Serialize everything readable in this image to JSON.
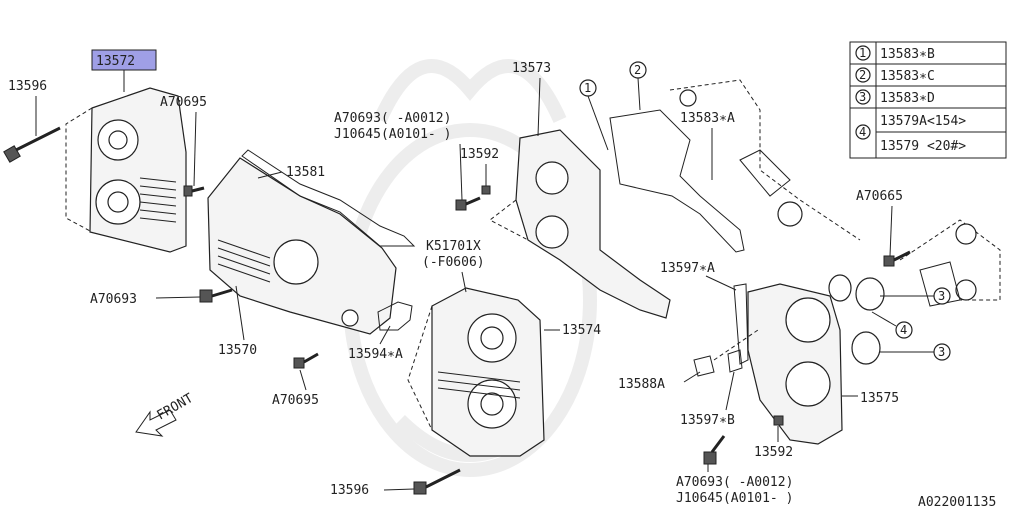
{
  "labels": {
    "p13572": "13572",
    "p13596_top": "13596",
    "a70695_top": "A70695",
    "p13581": "13581",
    "a70693_left": "A70693",
    "p13570": "13570",
    "a70695_bottom": "A70695",
    "p13594a": "13594∗A",
    "a70693_note1": "A70693(    -A0012)",
    "j10645_note1": "J10645(A0101-   )",
    "p13592_top": "13592",
    "p13573": "13573",
    "k51701x": "K51701X",
    "k51701x_sub": "(-F0606)",
    "p13574": "13574",
    "p13596_bottom": "13596",
    "p13583a": "13583∗A",
    "a70665": "A70665",
    "p13597a": "13597∗A",
    "p13588a": "13588A",
    "p13597b": "13597∗B",
    "p13575": "13575",
    "p13592_bottom": "13592",
    "a70693_note2": "A70693(    -A0012)",
    "j10645_note2": "J10645(A0101-   )",
    "front": "FRONT",
    "diagram_code": "A022001135",
    "callout1": "1",
    "callout2": "2",
    "callout3a": "3",
    "callout3b": "3",
    "callout4": "4"
  },
  "legend_table": [
    {
      "num": "1",
      "part": "13583∗B"
    },
    {
      "num": "2",
      "part": "13583∗C"
    },
    {
      "num": "3",
      "part": "13583∗D"
    },
    {
      "num": "4",
      "part": "13579A<154>"
    },
    {
      "num": "",
      "part": "13579 <20#>"
    }
  ],
  "highlight_color": "#9f9fe6"
}
